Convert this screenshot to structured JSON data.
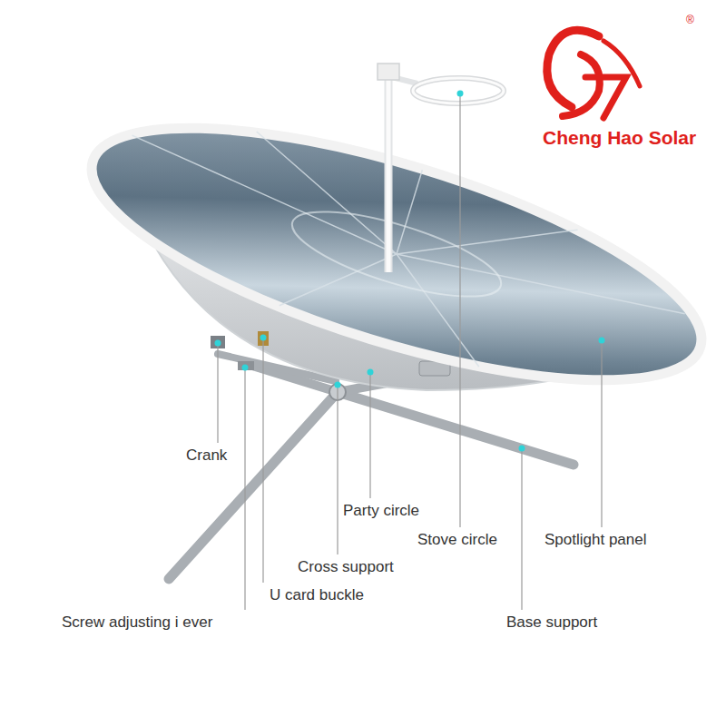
{
  "diagram": {
    "labels": [
      "Cheng Hao Solar",
      "®",
      "Crank",
      "Party circle",
      "Stove circle",
      "Spotlight panel",
      "Cross support",
      "U card buckle",
      "Screw adjusting i ever",
      "Base support"
    ]
  }
}
